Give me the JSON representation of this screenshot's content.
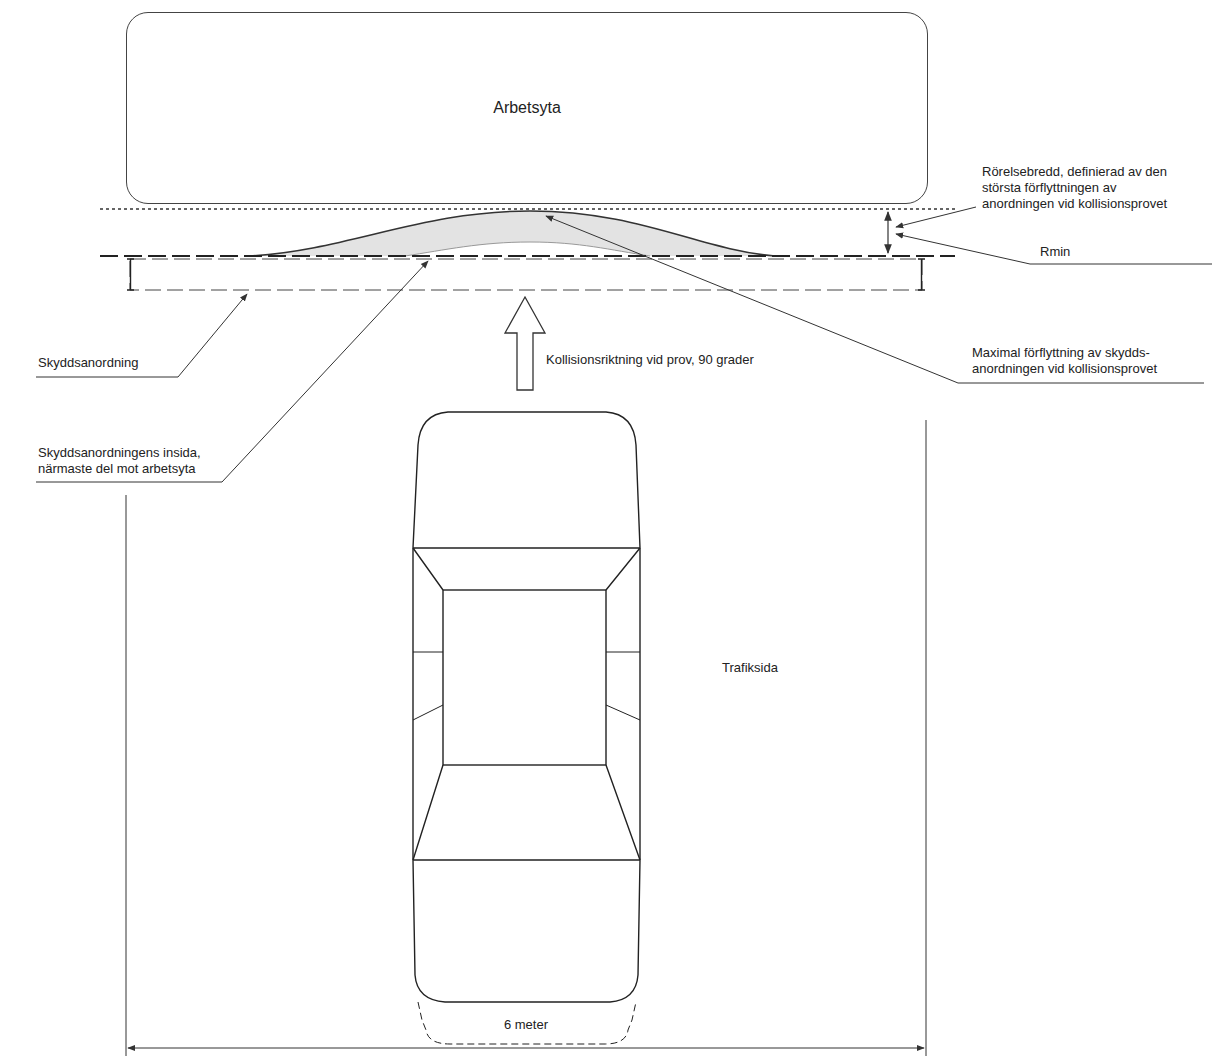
{
  "diagram": {
    "nodes": [
      {
        "text": [
          "Arbetsyta"
        ]
      }
    ],
    "labels": [
      "Rörelsebredd, definierad av den största förflyttningen av anordningen vid kollisionsprovet",
      "Rmin",
      "Skyddsanordning",
      "Kollisionsriktning vid prov, 90 grader",
      "Maximal förflyttning av skydds- anordningen vid kollisionsprovet",
      "Skyddsanordningens insida, närmaste del mot arbetsyta",
      "Trafiksida",
      "6 meter"
    ]
  }
}
